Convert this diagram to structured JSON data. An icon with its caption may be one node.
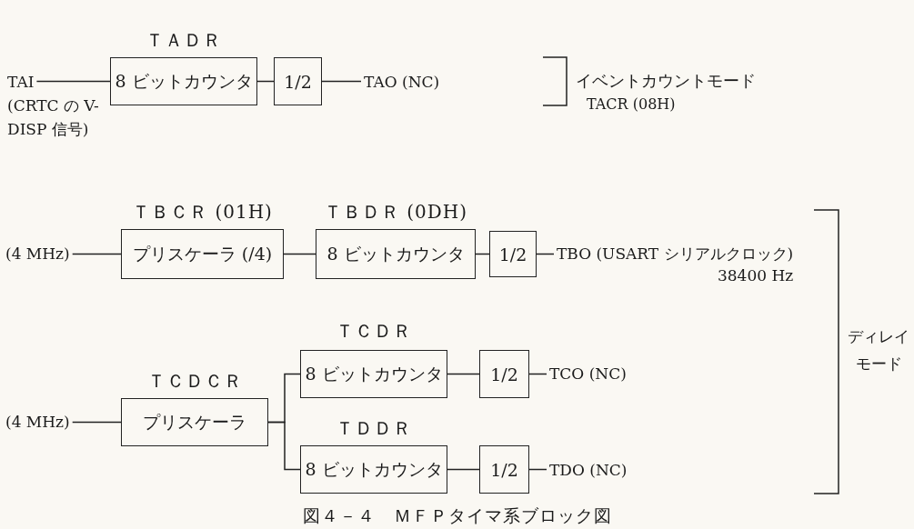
{
  "diagram": {
    "caption": "図４－４　ＭＦＰタイマ系ブロック図",
    "nodes": [
      {
        "text": [
          "TAI"
        ],
        "beside": [
          "(CRTC の V-DISP 信号)"
        ]
      },
      {
        "text": [
          "ＴＡＤＲ",
          "8 ビットカウンタ"
        ]
      },
      {
        "text": [
          "1/2"
        ]
      },
      {
        "text": [
          "TAO (NC)"
        ]
      },
      {
        "text": [
          "(4 MHz)"
        ]
      },
      {
        "text": [
          "ＴＢＣＲ (01H)",
          "プリスケーラ (/4)"
        ]
      },
      {
        "text": [
          "ＴＢＤＲ (0DH)",
          "8 ビットカウンタ"
        ]
      },
      {
        "text": [
          "1/2"
        ]
      },
      {
        "text": [
          "TBO (USART シリアルクロック)"
        ],
        "beside": [
          "38400 Hz"
        ]
      },
      {
        "text": [
          "(4 MHz)"
        ]
      },
      {
        "text": [
          "ＴＣＤＣＲ",
          "プリスケーラ"
        ]
      },
      {
        "text": [
          "ＴＣＤＲ",
          "8 ビットカウンタ"
        ]
      },
      {
        "text": [
          "1/2"
        ]
      },
      {
        "text": [
          "TCO (NC)"
        ]
      },
      {
        "text": [
          "ＴＤＤＲ",
          "8 ビットカウンタ"
        ]
      },
      {
        "text": [
          "1/2"
        ]
      },
      {
        "text": [
          "TDO (NC)"
        ]
      }
    ],
    "edges": [
      {
        "from": 0,
        "to": 1,
        "arrow": "none"
      },
      {
        "from": 1,
        "to": 2,
        "arrow": "none"
      },
      {
        "from": 2,
        "to": 3,
        "arrow": "none"
      },
      {
        "from": 4,
        "to": 5,
        "arrow": "none"
      },
      {
        "from": 5,
        "to": 6,
        "arrow": "none"
      },
      {
        "from": 6,
        "to": 7,
        "arrow": "none"
      },
      {
        "from": 7,
        "to": 8,
        "arrow": "none"
      },
      {
        "from": 9,
        "to": 10,
        "arrow": "none"
      },
      {
        "from": 10,
        "to": 11,
        "arrow": "none"
      },
      {
        "from": 10,
        "to": 14,
        "arrow": "none"
      },
      {
        "from": 11,
        "to": 12,
        "arrow": "none"
      },
      {
        "from": 12,
        "to": 13,
        "arrow": "none"
      },
      {
        "from": 14,
        "to": 15,
        "arrow": "none"
      },
      {
        "from": 15,
        "to": 16,
        "arrow": "none"
      }
    ],
    "labels": [
      "イベントカウントモード",
      "TACR (08H)",
      "ディレイモード"
    ]
  }
}
